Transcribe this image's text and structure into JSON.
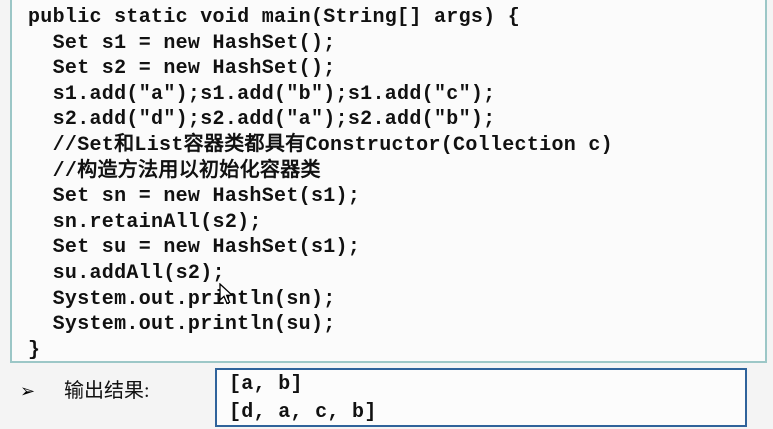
{
  "code_block": {
    "lines": [
      "public static void main(String[] args) {",
      "  Set s1 = new HashSet();",
      "  Set s2 = new HashSet();",
      "  s1.add(\"a\");s1.add(\"b\");s1.add(\"c\");",
      "  s2.add(\"d\");s2.add(\"a\");s2.add(\"b\");",
      "  //Set和List容器类都具有Constructor(Collection c)",
      "  //构造方法用以初始化容器类",
      "  Set sn = new HashSet(s1);",
      "  sn.retainAll(s2);",
      "  Set su = new HashSet(s1);",
      "  su.addAll(s2);",
      "  System.out.println(sn);",
      "  System.out.println(su);",
      "}"
    ],
    "border_color": "#9cc7c7"
  },
  "output_section": {
    "bullet": "➢",
    "label": "输出结果:",
    "result_lines": [
      "[a, b]",
      "[d, a, c, b]"
    ],
    "box_border_color": "#2f639b"
  }
}
